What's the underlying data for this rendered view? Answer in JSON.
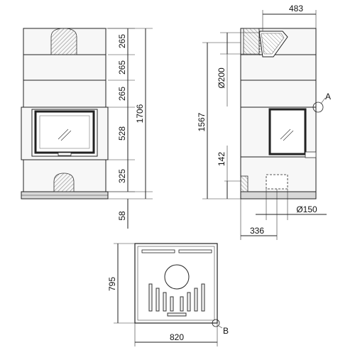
{
  "front_view": {
    "dims_right": [
      "265",
      "265",
      "265",
      "528",
      "325"
    ],
    "total_height": "1706",
    "base_height": "58"
  },
  "side_view": {
    "top_width": "483",
    "flue_diameter": "Ø200",
    "height": "1567",
    "inlet_height": "142",
    "pipe_diameter": "Ø150",
    "offset": "336",
    "detail_label": "A"
  },
  "plan_view": {
    "depth": "795",
    "width": "820",
    "detail_label": "B"
  }
}
